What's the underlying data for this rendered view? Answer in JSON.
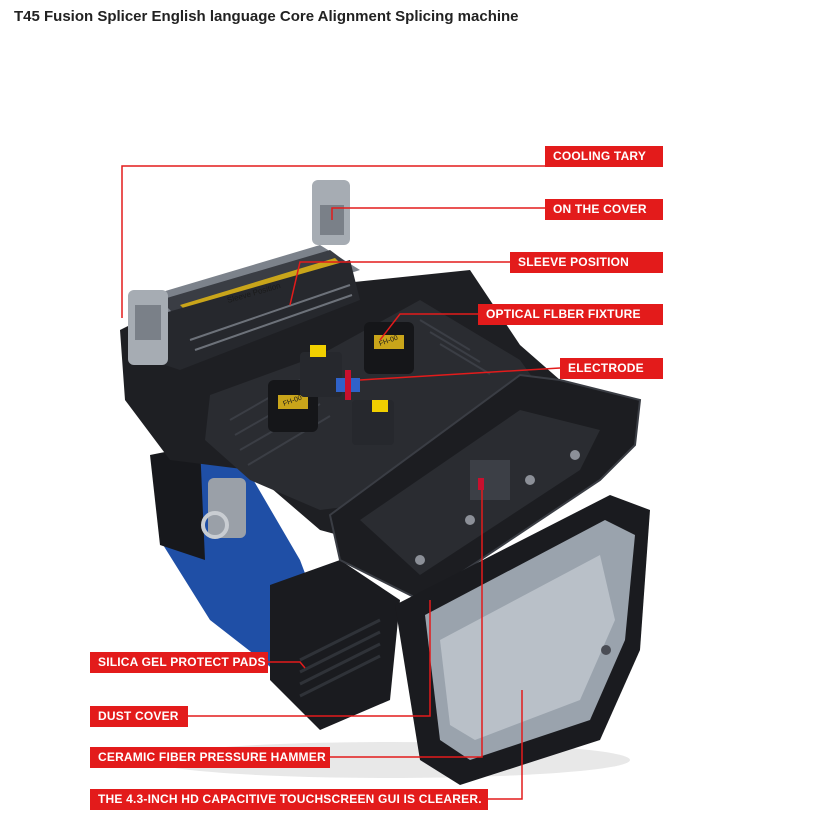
{
  "title": "T45 Fusion Splicer English language Core Alignment Splicing machine",
  "colors": {
    "callout_bg": "#e31b1b",
    "leader_line": "#e31b1b",
    "body_dark": "#1e1f23",
    "body_blue": "#1f4fa6",
    "screen": "#9aa3ad"
  },
  "callouts": {
    "cooling_tray": "COOLING TARY",
    "on_the_cover": "ON THE COVER",
    "sleeve_position": "SLEEVE POSITION",
    "optical_fiber_fixture": "OPTICAL FLBER FIXTURE",
    "electrode": "ELECTRODE",
    "silica_gel_pads": "SILICA GEL PROTECT PADS",
    "dust_cover": "DUST COVER",
    "ceramic_hammer": "CERAMIC FIBER PRESSURE HAMMER",
    "touchscreen": "THE 4.3-INCH HD CAPACITIVE TOUCHSCREEN GUI IS CLEARER."
  },
  "device_labels": {
    "sleeve_label": "Sleeve Position",
    "fixture_left": "FH-00",
    "fixture_right": "FH-00"
  }
}
